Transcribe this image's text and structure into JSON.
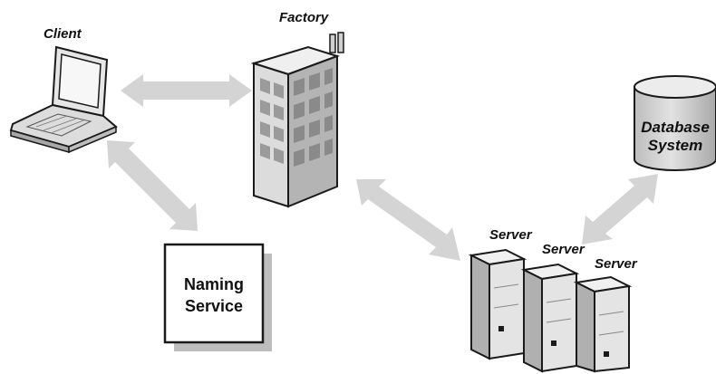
{
  "labels": {
    "client": "Client",
    "factory": "Factory",
    "naming_service_line1": "Naming",
    "naming_service_line2": "Service",
    "database_line1": "Database",
    "database_line2": "System",
    "server_1": "Server",
    "server_2": "Server",
    "server_3": "Server"
  },
  "colors": {
    "arrow": "#d4d4d4",
    "outline": "#1a1a1a",
    "building_fill": "#dcdcdc",
    "building_shade": "#a8a8a8",
    "window": "#9a9a9a",
    "server_fill": "#e4e4e4",
    "server_shade": "#b0b0b0",
    "db_fill": "#c8c8c8",
    "db_top": "#ececec"
  }
}
